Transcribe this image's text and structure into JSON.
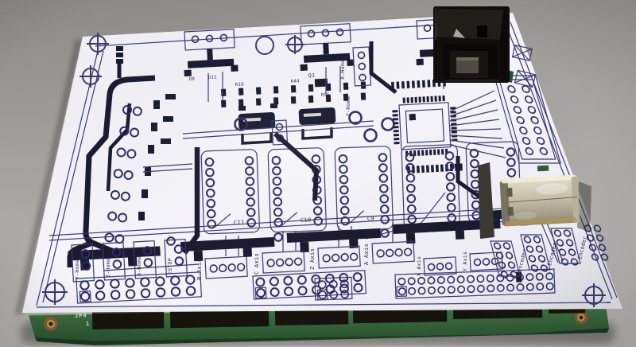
{
  "colors": {
    "background_gray": "#a5a39f",
    "paper_white": "#f4f3f9",
    "ink_blue": "#3a3a72",
    "ink_heavy": "#1a1a30",
    "pcb_green": "#35663a",
    "pcb_green_dark": "#1b3b1e",
    "connector_black": "#17140e",
    "usb_metal": "#c9c3ae",
    "brass": "#c79a5d"
  },
  "paper_labels": {
    "top_components": [
      "D8",
      "D11"
    ],
    "resistors": [
      "R18",
      "R44",
      "R56"
    ],
    "transistor": "Q1",
    "capacitors": [
      "C11",
      "C10",
      "C9"
    ],
    "mid_homes": [
      "X-Home",
      "Y-Home"
    ],
    "home_row": [
      "Y-Home",
      "Z-Home",
      "A-Home",
      "ESTOP"
    ],
    "axis_4pin": [
      "B Axis",
      "C Axis",
      "Z Axis",
      "A Axis"
    ],
    "axis_3pin": [
      "X Axis",
      "Y Axis"
    ],
    "encoders": [
      "Encoder",
      "Encoder",
      "Encoder"
    ]
  },
  "pcb_labels": {
    "jumper": "JP4",
    "pin_number": "1"
  }
}
